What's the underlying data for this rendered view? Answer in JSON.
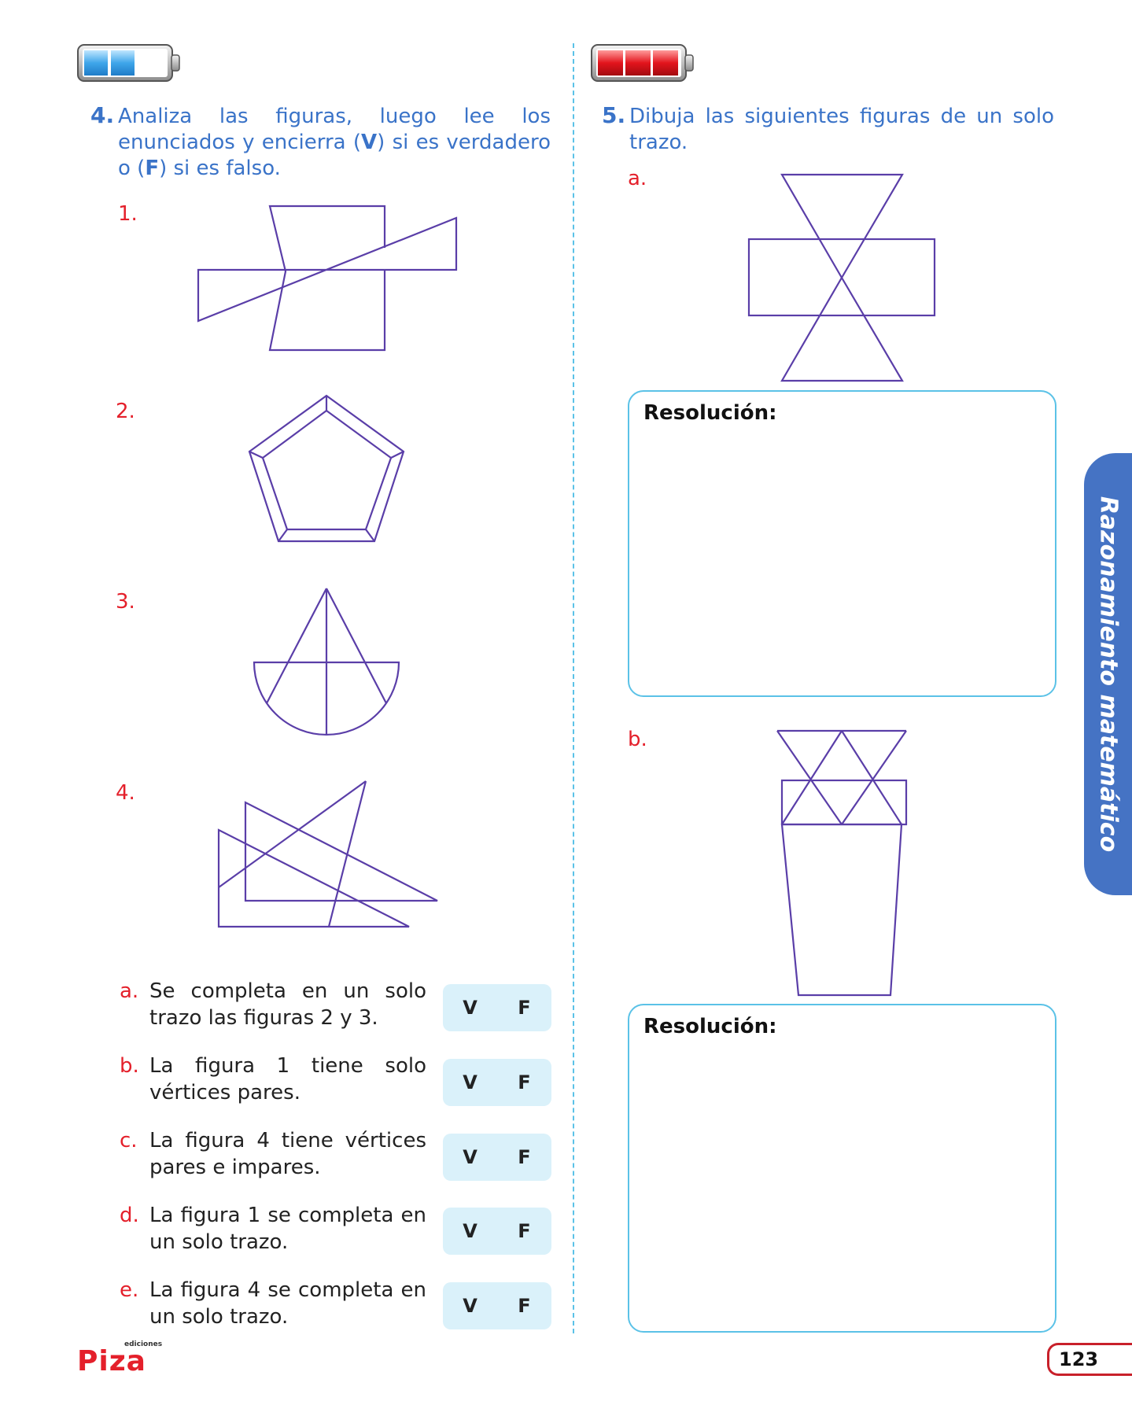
{
  "colors": {
    "accent_blue": "#3a73c8",
    "label_red": "#e4202b",
    "figure_purple": "#5a3ea8",
    "box_cyan": "#5bc2e7",
    "vf_bg": "#daf1fa",
    "tab_blue": "#4573c4"
  },
  "q4": {
    "number": "4.",
    "text_part1": "Analiza las figuras, luego lee los enunciados y encierra (",
    "v": "V",
    "text_part2": ") si es verdadero o (",
    "f": "F",
    "text_part3": ") si es falso.",
    "figure_labels": [
      "1.",
      "2.",
      "3.",
      "4."
    ],
    "statements": [
      {
        "letter": "a.",
        "text": "Se completa en un solo trazo las figuras 2 y 3.",
        "v": "V",
        "f": "F"
      },
      {
        "letter": "b.",
        "text": "La figura 1 tiene solo vértices pares.",
        "v": "V",
        "f": "F"
      },
      {
        "letter": "c.",
        "text": "La figura 4 tiene vértices pares e impares.",
        "v": "V",
        "f": "F"
      },
      {
        "letter": "d.",
        "text": "La figura 1 se completa en un solo trazo.",
        "v": "V",
        "f": "F"
      },
      {
        "letter": "e.",
        "text": "La figura 4 se completa en un solo trazo.",
        "v": "V",
        "f": "F"
      }
    ]
  },
  "q5": {
    "number": "5.",
    "text": "Dibuja las siguientes figuras de un solo trazo.",
    "part_a_label": "a.",
    "part_b_label": "b.",
    "resolution_label_a": "Resolución:",
    "resolution_label_b": "Resolución:"
  },
  "side_tab": "Razonamiento matemático",
  "page_number": "123",
  "logo": {
    "main": "Piza",
    "sub": "ediciones"
  }
}
